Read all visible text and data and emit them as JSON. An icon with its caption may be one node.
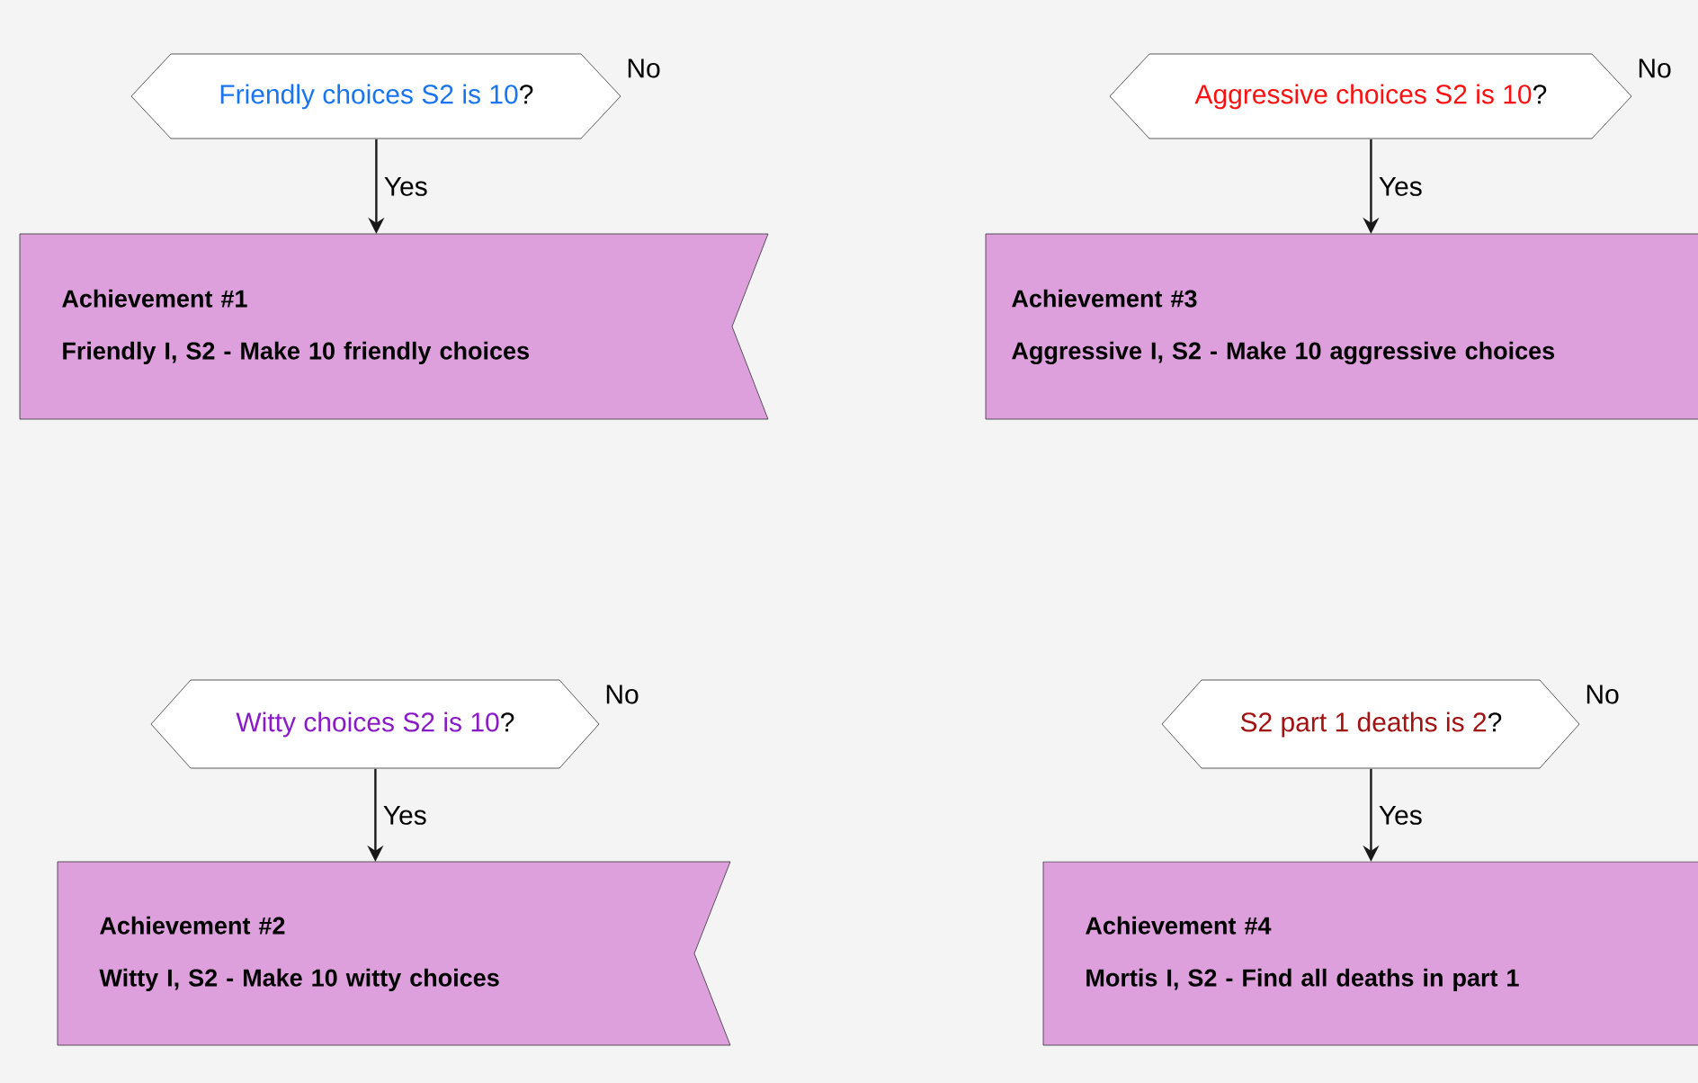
{
  "diagram": {
    "nodes": [
      {
        "text": [
          "Friendly choices S2 is 10",
          "?"
        ],
        "beside": [
          "No"
        ]
      },
      {
        "text": [
          "Aggressive choices S2 is 10",
          "?"
        ],
        "beside": [
          "No"
        ]
      },
      {
        "text": [
          "Achievement #1",
          "Friendly I, S2 - Make 10 friendly choices"
        ]
      },
      {
        "text": [
          "Achievement #3",
          "Aggressive I, S2 - Make 10 aggressive choices"
        ]
      },
      {
        "text": [
          "Witty choices S2 is 10",
          "?"
        ],
        "beside": [
          "No"
        ]
      },
      {
        "text": [
          "S2 part 1 deaths is 2",
          "?"
        ],
        "beside": [
          "No"
        ]
      },
      {
        "text": [
          "Achievement #2",
          "Witty I, S2 - Make 10 witty choices"
        ]
      },
      {
        "text": [
          "Achievement #4",
          "Mortis I, S2 - Find all deaths in part 1"
        ]
      }
    ],
    "edges": [
      {
        "from": 0,
        "to": 2,
        "arrow": "to",
        "label": "Yes"
      },
      {
        "from": 1,
        "to": 3,
        "arrow": "to",
        "label": "Yes"
      },
      {
        "from": 4,
        "to": 6,
        "arrow": "to",
        "label": "Yes"
      },
      {
        "from": 5,
        "to": 7,
        "arrow": "to",
        "label": "Yes"
      }
    ]
  }
}
